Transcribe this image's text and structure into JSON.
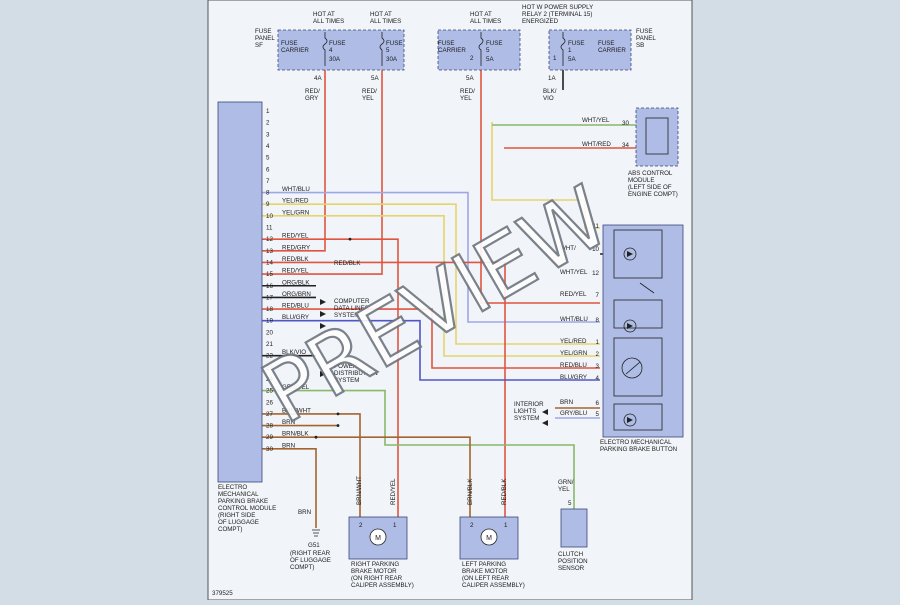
{
  "colors": {
    "background": "#d2dde6",
    "panel": "#f1f4f8",
    "module_fill": "#aebce6",
    "red": "#e0553f",
    "yellow": "#e6d36a",
    "green": "#88b86b",
    "blue": "#4f56c8",
    "light_blue": "#9fa6e6",
    "brown": "#a4642f",
    "violet": "#9a72c8",
    "black": "#222222"
  },
  "fuse_panel_sf": {
    "label": [
      "FUSE",
      "PANEL",
      "SF"
    ],
    "carrier_label": [
      "FUSE",
      "CARRIER"
    ],
    "fuses": [
      {
        "hot": [
          "HOT AT",
          "ALL TIMES"
        ],
        "name": "FUSE",
        "number": "4",
        "rating": "30A",
        "amps": "4A",
        "wire": [
          "RED/",
          "GRY"
        ]
      },
      {
        "hot": [
          "HOT AT",
          "ALL TIMES"
        ],
        "name": "FUSE",
        "number": "5",
        "rating": "30A",
        "amps": "5A",
        "wire": [
          "RED/",
          "YEL"
        ]
      }
    ]
  },
  "fuse_panel_2": {
    "hot": [
      "HOT AT",
      "ALL TIMES"
    ],
    "carrier_label": [
      "FUSE",
      "CARRIER"
    ],
    "name": "FUSE",
    "number": "5",
    "rating": "5A",
    "pin": "2",
    "amps": "5A",
    "wire": [
      "RED/",
      "YEL"
    ]
  },
  "fuse_panel_sb": {
    "hot": [
      "HOT W POWER SUPPLY",
      "RELAY 2 (TERMINAL 15)",
      "ENERGIZED"
    ],
    "label": [
      "FUSE",
      "PANEL",
      "SB"
    ],
    "carrier_label": [
      "FUSE",
      "CARRIER"
    ],
    "name": "FUSE",
    "number": "1",
    "rating": "5A",
    "pin": "1",
    "amps": "1A",
    "wire": [
      "BLK/",
      "VIO"
    ]
  },
  "control_module": {
    "label": [
      "ELECTRO",
      "MECHANICAL",
      "PARKING BRAKE",
      "CONTROL MODULE",
      "(RIGHT SIDE",
      "OF LUGGAGE",
      "COMPT)"
    ],
    "pins": [
      {
        "n": "1",
        "wire": ""
      },
      {
        "n": "2",
        "wire": ""
      },
      {
        "n": "3",
        "wire": ""
      },
      {
        "n": "4",
        "wire": ""
      },
      {
        "n": "5",
        "wire": ""
      },
      {
        "n": "6",
        "wire": ""
      },
      {
        "n": "7",
        "wire": ""
      },
      {
        "n": "8",
        "wire": "WHT/BLU"
      },
      {
        "n": "9",
        "wire": "YEL/RED"
      },
      {
        "n": "10",
        "wire": "YEL/GRN"
      },
      {
        "n": "11",
        "wire": ""
      },
      {
        "n": "12",
        "wire": "RED/YEL"
      },
      {
        "n": "13",
        "wire": "RED/GRY"
      },
      {
        "n": "14",
        "wire": "RED/BLK"
      },
      {
        "n": "15",
        "wire": "RED/YEL"
      },
      {
        "n": "16",
        "wire": "ORG/BLK"
      },
      {
        "n": "17",
        "wire": "ORG/BRN"
      },
      {
        "n": "18",
        "wire": "RED/BLU"
      },
      {
        "n": "19",
        "wire": "BLU/GRY"
      },
      {
        "n": "20",
        "wire": ""
      },
      {
        "n": "21",
        "wire": ""
      },
      {
        "n": "22",
        "wire": "BLK/VIO"
      },
      {
        "n": "23",
        "wire": ""
      },
      {
        "n": "24",
        "wire": ""
      },
      {
        "n": "25",
        "wire": "GRN/YEL"
      },
      {
        "n": "26",
        "wire": ""
      },
      {
        "n": "27",
        "wire": "BRN/WHT"
      },
      {
        "n": "28",
        "wire": "BRN"
      },
      {
        "n": "29",
        "wire": "BRN/BLK"
      },
      {
        "n": "30",
        "wire": "BRN"
      }
    ]
  },
  "red_blk_label": "RED/BLK",
  "computer_data_lines": [
    "COMPUTER",
    "DATA LINES",
    "SYSTEM"
  ],
  "power_distribution": [
    "POWER",
    "DISTRIBUTION",
    "SYSTEM"
  ],
  "abs_module": {
    "label": [
      "ABS CONTROL",
      "MODULE",
      "(LEFT SIDE OF",
      "ENGINE COMPT)"
    ],
    "pins": [
      {
        "n": "30",
        "wire": "WHT/YEL"
      },
      {
        "n": "34",
        "wire": "WHT/RED"
      }
    ]
  },
  "button": {
    "label": [
      "ELECTRO MECHANICAL",
      "PARKING BRAKE BUTTON"
    ],
    "pins": [
      {
        "n": "11",
        "wire": ""
      },
      {
        "n": "10",
        "wire": "WHT/"
      },
      {
        "n": "12",
        "wire": "WHT/YEL"
      },
      {
        "n": "7",
        "wire": "RED/YEL"
      },
      {
        "n": "8",
        "wire": "WHT/BLU"
      },
      {
        "n": "1",
        "wire": "YEL/RED"
      },
      {
        "n": "2",
        "wire": "YEL/GRN"
      },
      {
        "n": "3",
        "wire": "RED/BLU"
      },
      {
        "n": "4",
        "wire": "BLU/GRY"
      },
      {
        "n": "6",
        "wire": "BRN"
      },
      {
        "n": "5",
        "wire": "GRY/BLU"
      }
    ]
  },
  "interior_lights": [
    "INTERIOR",
    "LIGHTS",
    "SYSTEM"
  ],
  "ground": {
    "wire": "BRN",
    "id": "G51",
    "label": [
      "(RIGHT REAR",
      "OF LUGGAGE",
      "COMPT)"
    ]
  },
  "right_motor": {
    "label": [
      "RIGHT PARKING",
      "BRAKE MOTOR",
      "(ON RIGHT REAR",
      "CALIPER ASSEMBLY)"
    ],
    "wires": [
      "BRN/WHT",
      "RED/YEL"
    ],
    "pins": [
      "2",
      "1"
    ],
    "symbol": "M"
  },
  "left_motor": {
    "label": [
      "LEFT PARKING",
      "BRAKE MOTOR",
      "(ON LEFT REAR",
      "CALIPER ASSEMBLY)"
    ],
    "wires": [
      "BRN/BLK",
      "RED/BLK"
    ],
    "pins": [
      "2",
      "1"
    ],
    "symbol": "M"
  },
  "clutch_sensor": {
    "label": [
      "CLUTCH",
      "POSITION",
      "SENSOR"
    ],
    "wire": [
      "GRN/",
      "YEL"
    ],
    "pin": "5"
  },
  "figure_id": "379525",
  "watermark": "PREVIEW"
}
